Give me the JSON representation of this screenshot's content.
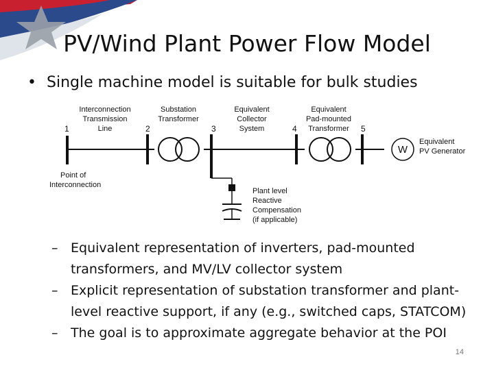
{
  "slide": {
    "title": "PV/Wind Plant Power Flow Model",
    "bullet": "Single machine model is suitable for bulk studies",
    "bullet_marker": "•",
    "sub_marker": "–",
    "sub_bullets": [
      "Equivalent representation of inverters, pad-mounted transformers, and MV/LV collector system",
      "Explicit representation of substation transformer and plant-level reactive  support, if any (e.g., switched caps, STATCOM)",
      "The goal is to approximate aggregate behavior at the POI"
    ],
    "page_number": "14"
  },
  "diagram": {
    "buses": [
      "1",
      "2",
      "3",
      "4",
      "5"
    ],
    "labels": {
      "interconnection_line": [
        "Interconnection",
        "Transmission",
        "Line"
      ],
      "substation_transformer": [
        "Substation",
        "Transformer"
      ],
      "collector_system": [
        "Equivalent",
        "Collector",
        "System"
      ],
      "padmount_transformer": [
        "Equivalent",
        "Pad-mounted",
        "Transformer"
      ],
      "generator": [
        "Equivalent",
        "PV Generator"
      ],
      "poi": [
        "Point of",
        "Interconnection"
      ],
      "compensation": [
        "Plant level",
        "Reactive",
        "Compensation",
        "(if applicable)"
      ]
    },
    "generator_symbol": "W"
  },
  "colors": {
    "flag_blue": "#2b4a8c",
    "flag_red": "#c8202f",
    "flag_gray": "#9aa0a8"
  }
}
